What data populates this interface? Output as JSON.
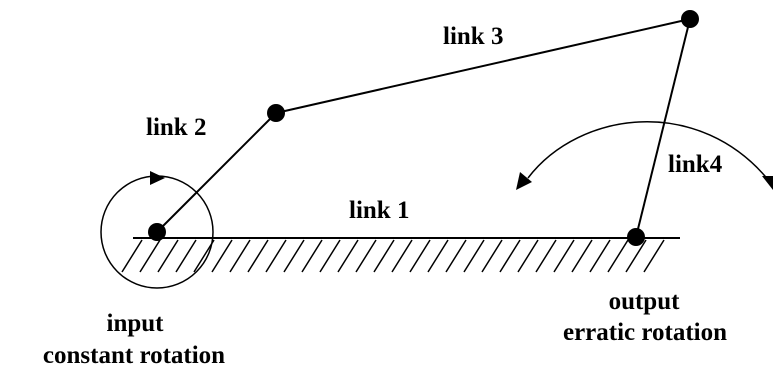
{
  "diagram": {
    "links": {
      "link1": "link 1",
      "link2": "link 2",
      "link3": "link 3",
      "link4": "link4"
    },
    "captions": {
      "input_title": "input",
      "input_subtitle": "constant rotation",
      "output_title": "output",
      "output_subtitle": "erratic rotation"
    },
    "colors": {
      "ink": "#000000",
      "background": "#ffffff"
    }
  }
}
